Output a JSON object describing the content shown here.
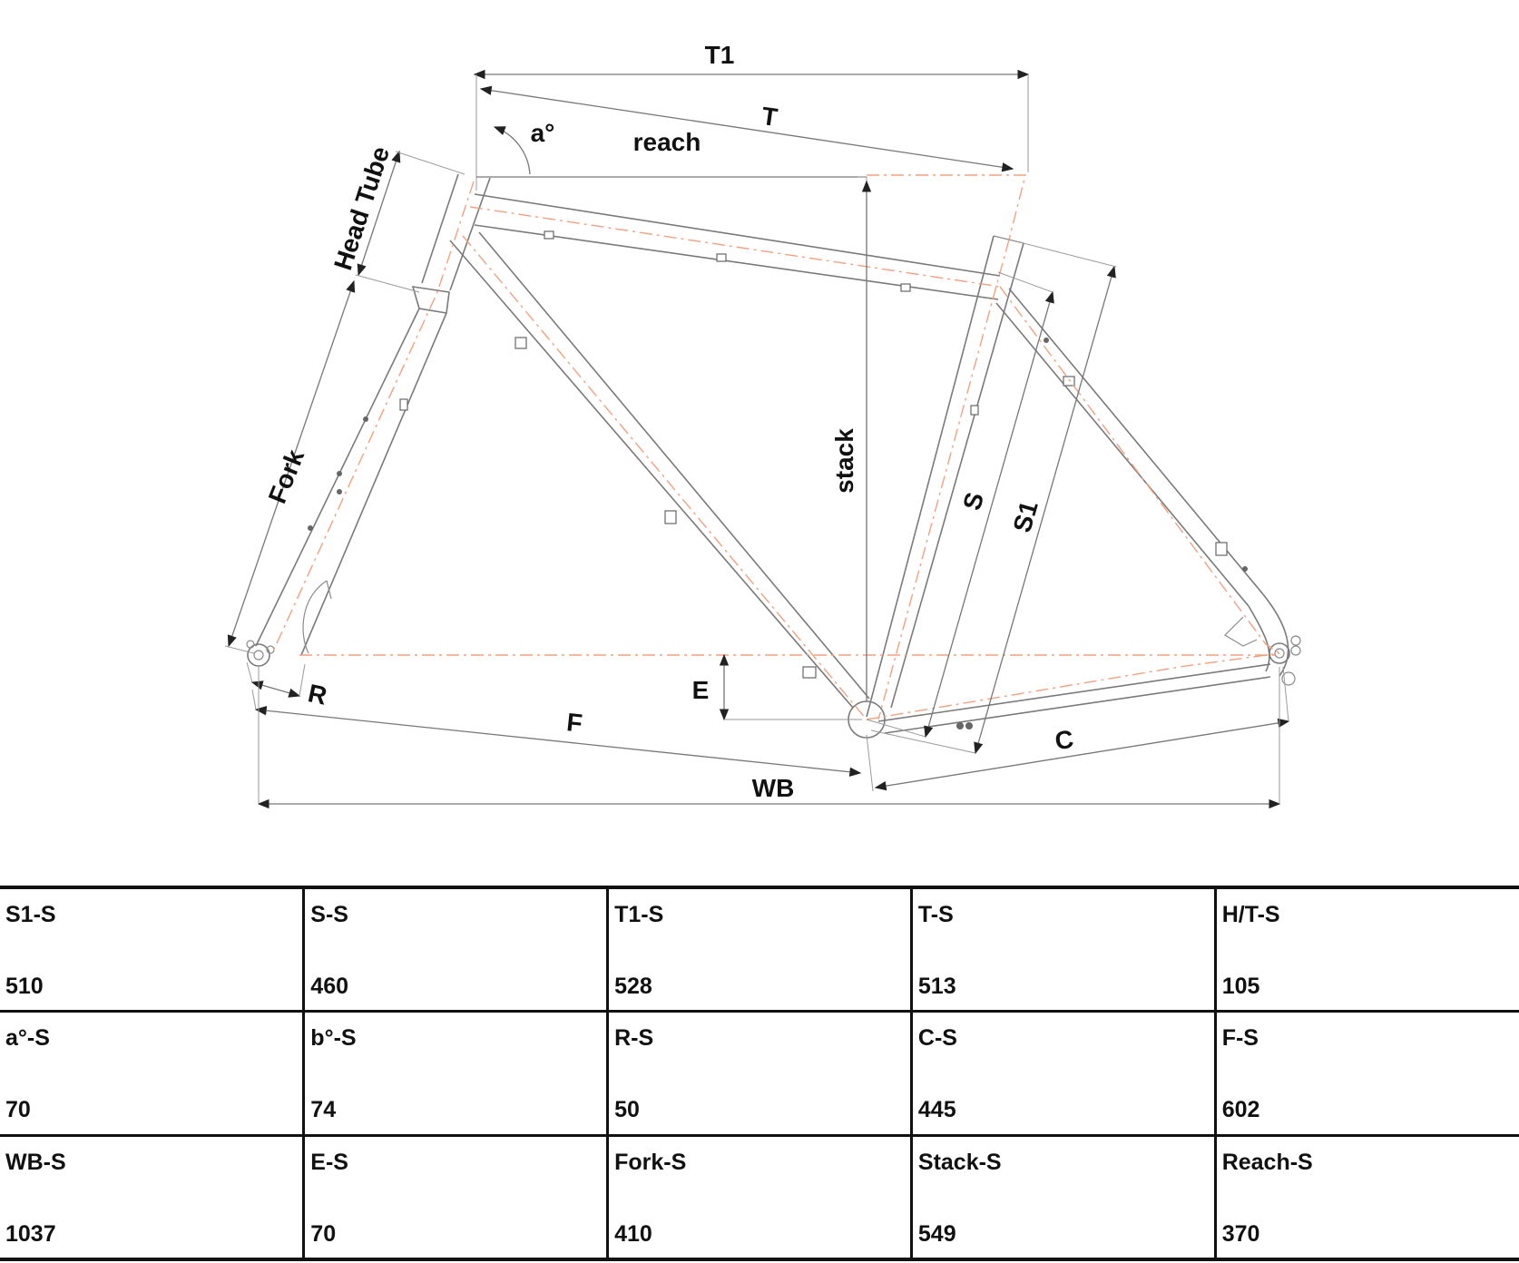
{
  "diagram": {
    "labels": {
      "t1": "T1",
      "t": "T",
      "angle": "a°",
      "reach": "reach",
      "head_tube": "Head Tube",
      "stack": "stack",
      "fork": "Fork",
      "s": "S",
      "s1": "S1",
      "e": "E",
      "r": "R",
      "f": "F",
      "c": "C",
      "wb": "WB"
    },
    "colors": {
      "centerline": "#f2a182",
      "frame": "#7a7a7a"
    }
  },
  "table": {
    "rows": [
      [
        {
          "name": "S1-S",
          "value": "510"
        },
        {
          "name": "S-S",
          "value": "460"
        },
        {
          "name": "T1-S",
          "value": "528"
        },
        {
          "name": "T-S",
          "value": "513"
        },
        {
          "name": "H/T-S",
          "value": "105"
        }
      ],
      [
        {
          "name": "a°-S",
          "value": "70"
        },
        {
          "name": "b°-S",
          "value": "74"
        },
        {
          "name": "R-S",
          "value": "50"
        },
        {
          "name": "C-S",
          "value": "445"
        },
        {
          "name": "F-S",
          "value": "602"
        }
      ],
      [
        {
          "name": "WB-S",
          "value": "1037"
        },
        {
          "name": "E-S",
          "value": "70"
        },
        {
          "name": "Fork-S",
          "value": "410"
        },
        {
          "name": "Stack-S",
          "value": "549"
        },
        {
          "name": "Reach-S",
          "value": "370"
        }
      ]
    ]
  }
}
